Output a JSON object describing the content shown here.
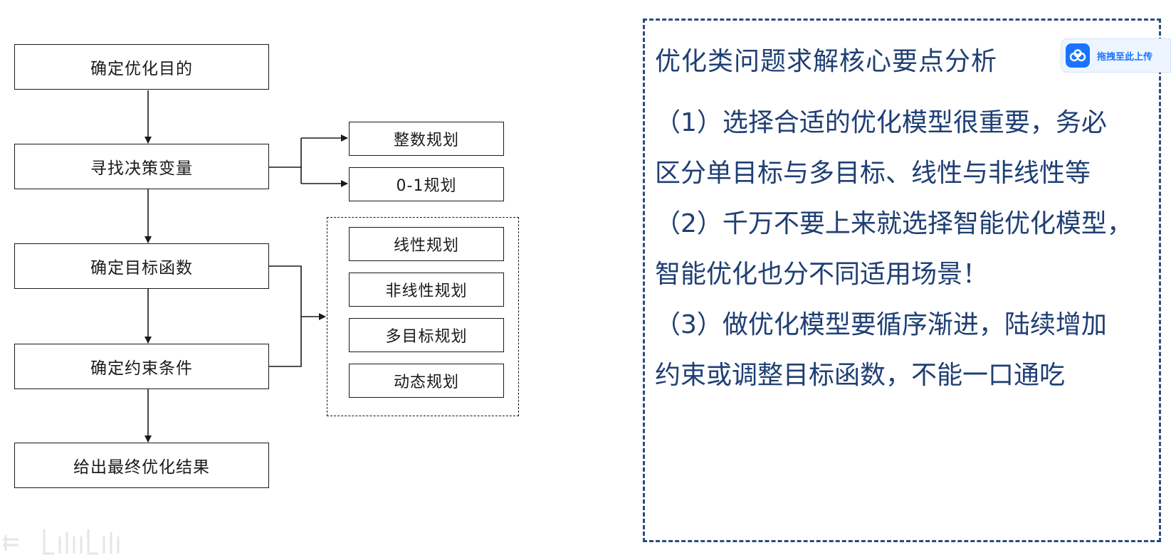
{
  "flowchart": {
    "main_steps": [
      "确定优化目的",
      "寻找决策变量",
      "确定目标函数",
      "确定约束条件",
      "给出最终优化结果"
    ],
    "variable_types": [
      "整数规划",
      "0-1规划"
    ],
    "model_types": [
      "线性规划",
      "非线性规划",
      "多目标规划",
      "动态规划"
    ]
  },
  "panel": {
    "title": "优化类问题求解核心要点分析",
    "lines": [
      "（1）选择合适的优化模型很重要，务必",
      "区分单目标与多目标、线性与非线性等",
      "（2）千万不要上来就选择智能优化模型，",
      "智能优化也分不同适用场景！",
      "（3）做优化模型要循序渐进，陆续增加",
      "约束或调整目标函数，不能一口通吃"
    ]
  },
  "upload_button": {
    "label": "拖拽至此上传",
    "icon": "baidu-netdisk-icon"
  },
  "colors": {
    "panel_border": "#2b4c7e",
    "panel_text": "#1f3f74",
    "upload_accent": "#1a73ff",
    "diagram_line": "#1a1a1a"
  }
}
